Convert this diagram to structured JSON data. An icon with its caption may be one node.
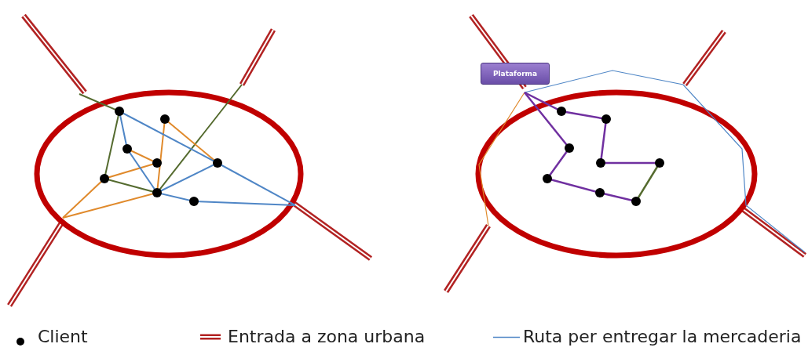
{
  "diagram": {
    "nodes": [
      {
        "text": [
          "Plataforma"
        ]
      }
    ],
    "legend": [
      {
        "text": "Client"
      },
      {
        "text": "Entrada a zona urbana"
      },
      {
        "text": "Ruta per entregar la mercaderia"
      }
    ]
  }
}
